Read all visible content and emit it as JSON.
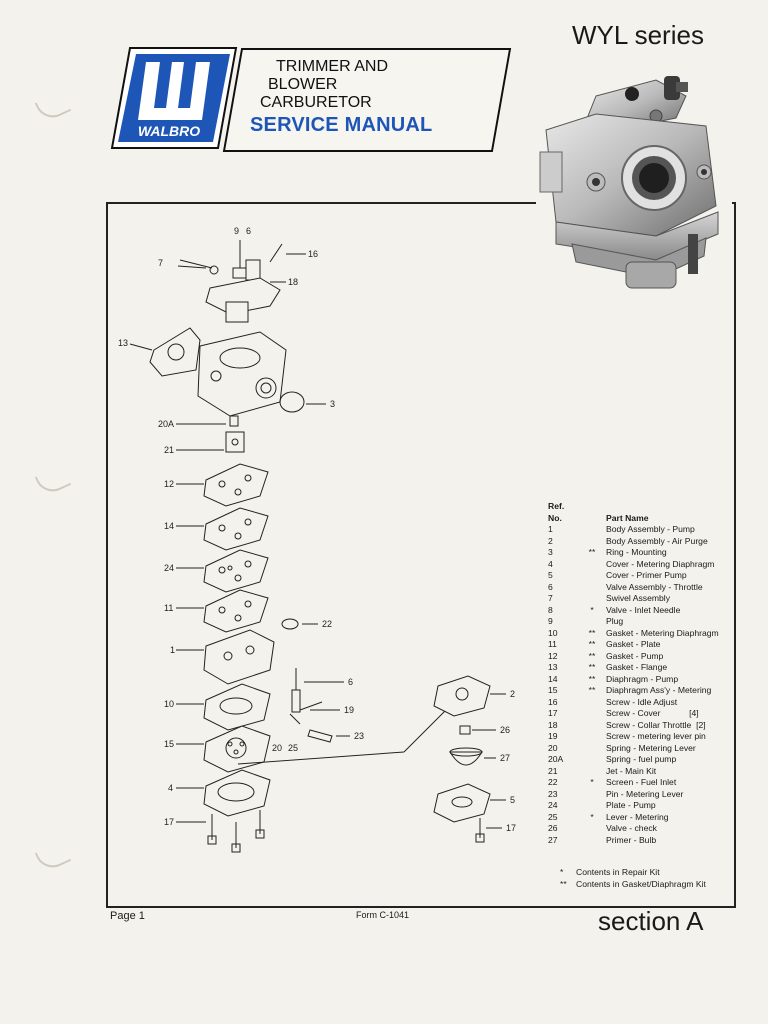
{
  "header": {
    "series": "WYL series",
    "logo_text": "WALBRO",
    "title_lines": [
      "TRIMMER AND",
      "BLOWER",
      "CARBURETOR"
    ],
    "service_manual": "SERVICE MANUAL"
  },
  "diagram": {
    "callouts": [
      "9",
      "6",
      "16",
      "7",
      "18",
      "13",
      "3",
      "20A",
      "21",
      "12",
      "14",
      "24",
      "11",
      "22",
      "1",
      "6",
      "10",
      "19",
      "15",
      "20",
      "25",
      "23",
      "4",
      "17",
      "2",
      "26",
      "27",
      "5",
      "17"
    ]
  },
  "parts_table": {
    "header_ref": "Ref.",
    "header_no": "No.",
    "header_name": "Part Name",
    "rows": [
      {
        "no": "1",
        "mark": "",
        "name": "Body Assembly - Pump"
      },
      {
        "no": "2",
        "mark": "",
        "name": "Body Assembly - Air Purge"
      },
      {
        "no": "3",
        "mark": "**",
        "name": "Ring - Mounting"
      },
      {
        "no": "4",
        "mark": "",
        "name": "Cover - Metering Diaphragm"
      },
      {
        "no": "5",
        "mark": "",
        "name": "Cover - Primer Pump"
      },
      {
        "no": "6",
        "mark": "",
        "name": "Valve Assembly - Throttle"
      },
      {
        "no": "7",
        "mark": "",
        "name": "Swivel Assembly"
      },
      {
        "no": "8",
        "mark": "*",
        "name": "Valve - Inlet Needle"
      },
      {
        "no": "9",
        "mark": "",
        "name": "Plug"
      },
      {
        "no": "10",
        "mark": "**",
        "name": "Gasket - Metering Diaphragm"
      },
      {
        "no": "11",
        "mark": "**",
        "name": "Gasket - Plate"
      },
      {
        "no": "12",
        "mark": "**",
        "name": "Gasket - Pump"
      },
      {
        "no": "13",
        "mark": "**",
        "name": "Gasket - Flange"
      },
      {
        "no": "14",
        "mark": "**",
        "name": "Diaphragm - Pump"
      },
      {
        "no": "15",
        "mark": "**",
        "name": "Diaphragm Ass'y - Metering"
      },
      {
        "no": "16",
        "mark": "",
        "name": "Screw - Idle Adjust"
      },
      {
        "no": "17",
        "mark": "",
        "name": "Screw - Cover            [4]"
      },
      {
        "no": "18",
        "mark": "",
        "name": "Screw - Collar Throttle  [2]"
      },
      {
        "no": "19",
        "mark": "",
        "name": "Screw - metering lever pin"
      },
      {
        "no": "20",
        "mark": "",
        "name": "Spring - Metering Lever"
      },
      {
        "no": "20A",
        "mark": "",
        "name": "Spring - fuel pump"
      },
      {
        "no": "21",
        "mark": "",
        "name": "Jet - Main Kit"
      },
      {
        "no": "22",
        "mark": "*",
        "name": "Screen - Fuel Inlet"
      },
      {
        "no": "23",
        "mark": "",
        "name": "Pin - Metering Lever"
      },
      {
        "no": "24",
        "mark": "",
        "name": "Plate - Pump"
      },
      {
        "no": "25",
        "mark": "*",
        "name": "Lever - Metering"
      },
      {
        "no": "26",
        "mark": "",
        "name": "Valve - check"
      },
      {
        "no": "27",
        "mark": "",
        "name": "Primer - Bulb"
      }
    ],
    "notes": [
      {
        "mark": "*",
        "text": "Contents in Repair Kit"
      },
      {
        "mark": "**",
        "text": "Contents in Gasket/Diaphragm Kit"
      }
    ]
  },
  "footer": {
    "page": "Page 1",
    "form": "Form C-1041",
    "section": "section A"
  },
  "colors": {
    "brand_blue": "#1e56b8",
    "service_blue": "#1e56b8"
  }
}
